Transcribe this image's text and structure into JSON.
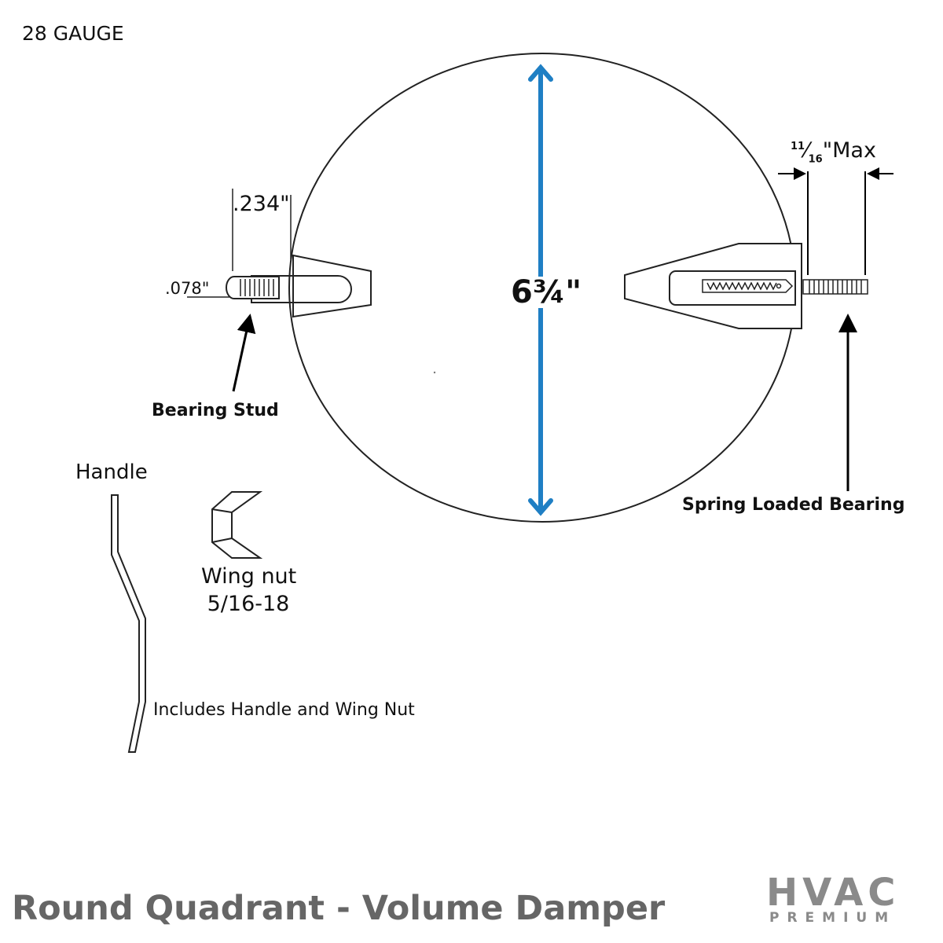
{
  "gauge": "28 GAUGE",
  "dimensions": {
    "stud_length": ".234\"",
    "stud_diameter": ".078\"",
    "diameter": "6¾\"",
    "max_whole_prefix": "",
    "max_num": "11",
    "max_den": "16",
    "max_suffix": "\"Max"
  },
  "labels": {
    "bearing_stud": "Bearing Stud",
    "spring_loaded_bearing": "Spring Loaded Bearing",
    "handle": "Handle",
    "wing_nut": "Wing nut",
    "wing_nut_size": "5/16-18",
    "includes": "Includes Handle and Wing Nut"
  },
  "title": "Round Quadrant - Volume Damper",
  "logo": {
    "word": "HVAC",
    "sub": "PREMIUM"
  },
  "colors": {
    "dimension_arrow": "#1f7fc4",
    "title": "#666666",
    "logo": "#8a8a8a"
  }
}
